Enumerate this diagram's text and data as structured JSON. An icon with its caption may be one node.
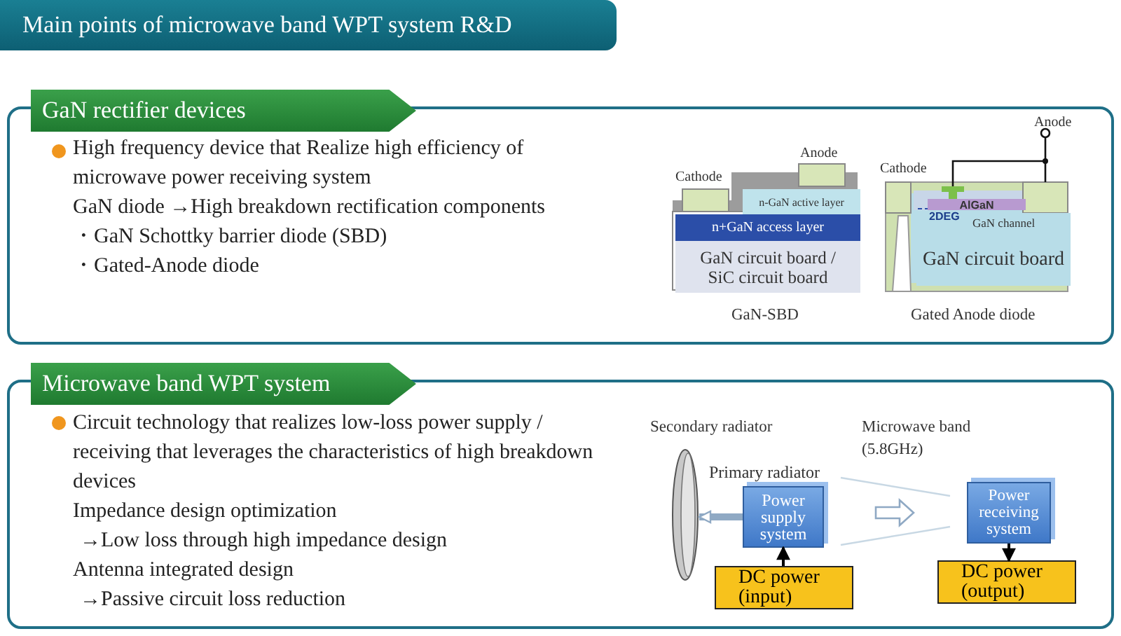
{
  "diagram": {
    "nodes": [
      {
        "text": [
          "Main points of microwave band WPT system R&D"
        ]
      },
      {
        "text": [
          "GaN rectifier devices",
          "High frequency device that Realize high efficiency of microwave power receiving system",
          "GaN diode →High breakdown rectification components",
          "・GaN Schottky barrier diode (SBD)",
          "・Gated-Anode diode"
        ]
      },
      {
        "text": [
          "n-GaN active layer"
        ],
        "in": 1
      },
      {
        "text": [
          "n+GaN access layer"
        ],
        "in": 1
      },
      {
        "text": [
          "GaN circuit board / SiC circuit board"
        ],
        "in": 1
      },
      {
        "text": [
          "AlGaN"
        ],
        "in": 1
      },
      {
        "text": [
          "GaN channel"
        ],
        "in": 1
      },
      {
        "text": [
          "GaN circuit board"
        ],
        "in": 1
      },
      {
        "text": [
          "Microwave band WPT system",
          "Circuit technology that realizes low-loss power supply / receiving that leverages the characteristics of high breakdown devices",
          "Impedance design optimization",
          "→Low loss through high impedance design",
          "Antenna integrated design",
          "→Passive circuit loss reduction"
        ]
      },
      {
        "text": [],
        "shape": "picture",
        "beside": [
          "Secondary radiator"
        ],
        "in": 8
      },
      {
        "text": [
          "Power supply system"
        ],
        "in": 8
      },
      {
        "text": [
          "Power receiving system"
        ],
        "in": 8
      },
      {
        "text": [
          "DC power (input)"
        ],
        "in": 8
      },
      {
        "text": [
          "DC power (output)"
        ],
        "in": 8
      }
    ],
    "edges": [
      {
        "from": 12,
        "to": 10,
        "arrow": "to"
      },
      {
        "from": 10,
        "to": 9,
        "arrow": "to",
        "style": "thick",
        "color": "#8fa9c4"
      },
      {
        "from": 11,
        "to": 13,
        "arrow": "to"
      }
    ],
    "labels": [
      "Anode",
      "Anode",
      "Cathode",
      "Cathode",
      "2DEG",
      "GaN-SBD",
      "Gated Anode diode",
      "Microwave band (5.8GHz)",
      "Primary radiator"
    ]
  }
}
